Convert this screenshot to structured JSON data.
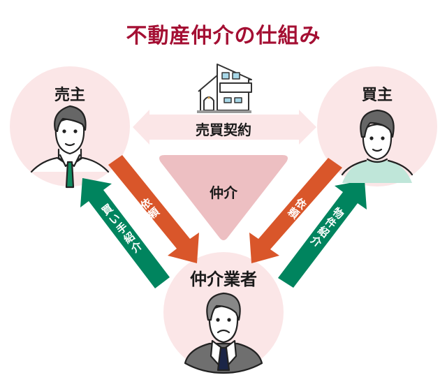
{
  "title": "不動産仲介の仕組み",
  "colors": {
    "title": "#a40f33",
    "circle_fill": "#fbe6e7",
    "double_arrow_fill": "#fbe6e7",
    "triangle_fill": "#edbfc2",
    "request_arrow": "#d9562a",
    "introduce_arrow": "#00845e",
    "label_text": "#1a1a1a",
    "arrow_text": "#ffffff",
    "buyer_shirt": "#bfe6d9",
    "seller_tie": "#0f8a5f",
    "broker_tie": "#1b2547",
    "broker_suit": "#6f6f6f"
  },
  "nodes": {
    "seller": {
      "label": "売主",
      "icon": "person-seller-icon"
    },
    "buyer": {
      "label": "買主",
      "icon": "person-buyer-icon"
    },
    "broker": {
      "label": "仲介業者",
      "icon": "person-broker-icon"
    }
  },
  "contract": {
    "label": "売買契約",
    "icon": "house-icon"
  },
  "mediation": {
    "label": "仲介"
  },
  "arrows": {
    "seller_request": {
      "label": [
        "依",
        "頼"
      ]
    },
    "buyer_introduction": {
      "label": [
        "買",
        "い",
        "手",
        "紹",
        "介"
      ]
    },
    "buyer_request": {
      "label": [
        "依",
        "頼"
      ]
    },
    "property_introduction": {
      "label": [
        "物",
        "件",
        "紹",
        "介"
      ]
    }
  }
}
